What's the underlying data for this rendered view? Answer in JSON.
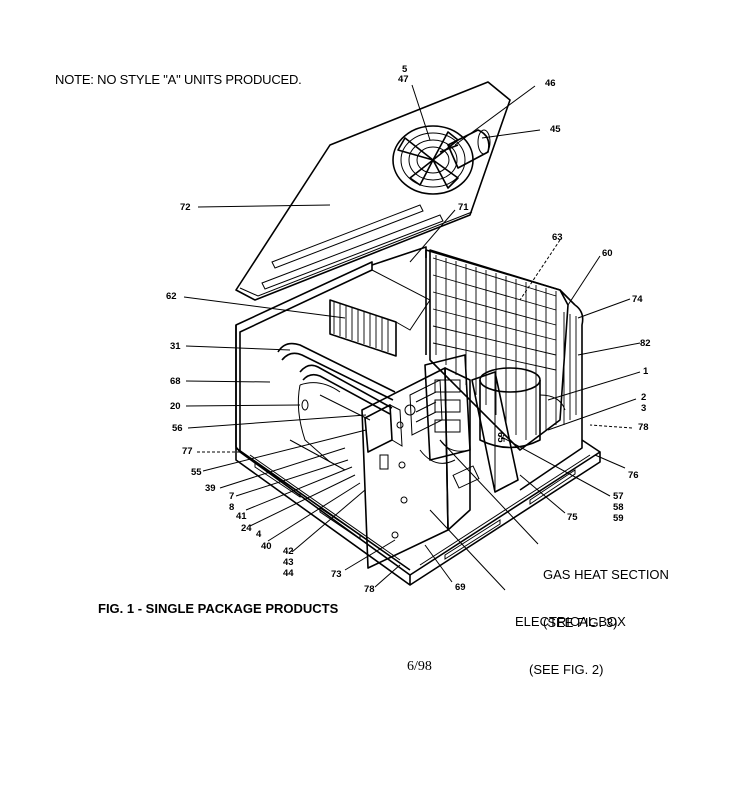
{
  "note": "NOTE:  NO STYLE \"A\" UNITS PRODUCED.",
  "caption": "FIG. 1 - SINGLE PACKAGE PRODUCTS",
  "date": "6/98",
  "callouts": {
    "gas_heat_line1": "GAS HEAT SECTION",
    "gas_heat_line2": "(SEE FIG. 3)",
    "electrical_line1": "ELECTRICAL BOX",
    "electrical_line2": "(SEE FIG. 2)"
  },
  "part_numbers": {
    "p5": "5",
    "p47": "47",
    "p46": "46",
    "p45": "45",
    "p72": "72",
    "p71": "71",
    "p63": "63",
    "p60": "60",
    "p74": "74",
    "p62": "62",
    "p82": "82",
    "p31": "31",
    "p1": "1",
    "p68": "68",
    "p2": "2",
    "p3": "3",
    "p20": "20",
    "p78a": "78",
    "p56": "56",
    "p77": "77",
    "p76": "76",
    "p55": "55",
    "p39": "39",
    "p57": "57",
    "p58": "58",
    "p59": "59",
    "p7": "7",
    "p8": "8",
    "p41": "41",
    "p75": "75",
    "p24": "24",
    "p4": "4",
    "p40": "40",
    "p42": "42",
    "p43": "43",
    "p44": "44",
    "p73": "73",
    "p78b": "78",
    "p69": "69",
    "p65": "65"
  }
}
